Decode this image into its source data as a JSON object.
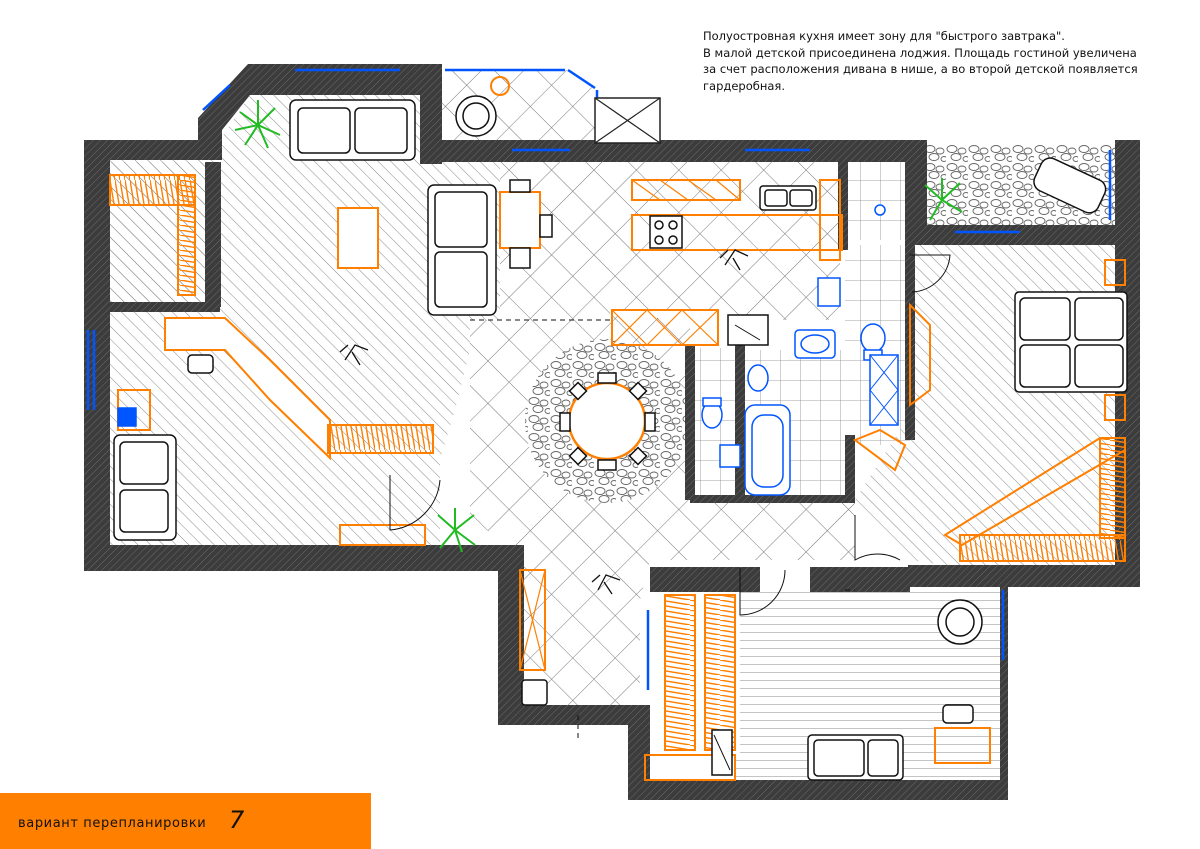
{
  "description": {
    "lines": [
      "Полуостровная кухня имеет зону для \"быстрого завтрака\".",
      "В малой детской присоединена лоджия. Площадь гостиной увеличена",
      "за счет расположения дивана в нише, а во второй детской появляется",
      "гардеробная."
    ]
  },
  "footer": {
    "label": "вариант перепланировки",
    "number": "7"
  },
  "colors": {
    "accent": "#ff7f00",
    "wall": "#3c3c3c",
    "window": "#0055ff",
    "plant": "#22bb22"
  }
}
